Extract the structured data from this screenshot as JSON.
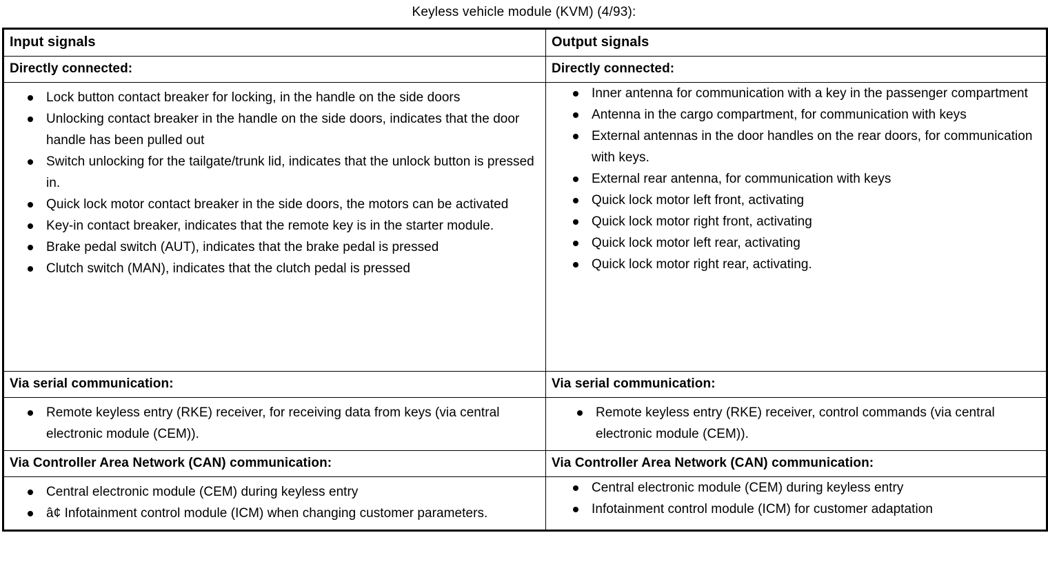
{
  "document": {
    "title": "Keyless vehicle module (KVM) (4/93):"
  },
  "table": {
    "columns": [
      {
        "header": "Input signals"
      },
      {
        "header": "Output signals"
      }
    ],
    "sections": [
      {
        "label_left": "Directly connected:",
        "label_right": "Directly connected:",
        "left_items": [
          "Lock button contact breaker for locking, in the handle on the side doors",
          "Unlocking contact breaker in the handle on the side doors, indicates that the door handle has been pulled out",
          "Switch unlocking for the tailgate/trunk lid, indicates that the unlock button is pressed in.",
          "Quick lock motor contact breaker in the side doors, the motors can be activated",
          "Key-in contact breaker, indicates that the remote key is in the starter module.",
          "Brake pedal switch (AUT), indicates that the brake pedal is pressed",
          "Clutch switch (MAN), indicates that the clutch pedal is pressed"
        ],
        "right_items": [
          "Inner antenna for communication with a key in the passenger compartment",
          "Antenna in the cargo compartment, for communication with keys",
          "External antennas in the door handles on the rear doors, for communication with keys.",
          "External rear antenna, for communication with keys",
          "Quick lock motor left front, activating",
          "Quick lock motor right front, activating",
          "Quick lock motor left rear, activating",
          "Quick lock motor right rear, activating."
        ]
      },
      {
        "label_left": "Via serial communication:",
        "label_right": "Via serial communication:",
        "left_items": [
          "Remote keyless entry (RKE) receiver, for receiving data from keys (via central electronic module (CEM))."
        ],
        "right_items": [
          "Remote keyless entry (RKE) receiver, control commands (via central electronic module (CEM))."
        ]
      },
      {
        "label_left": "Via Controller Area Network (CAN) communication:",
        "label_right": "Via Controller Area Network (CAN) communication:",
        "left_items": [
          "Central electronic module (CEM) during keyless entry",
          "â¢ Infotainment control module (ICM) when changing customer parameters."
        ],
        "right_items": [
          "Central electronic module (CEM) during keyless entry",
          "Infotainment control module (ICM) for customer adaptation"
        ]
      }
    ]
  },
  "colors": {
    "text": "#000000",
    "background": "#ffffff",
    "border": "#000000"
  }
}
